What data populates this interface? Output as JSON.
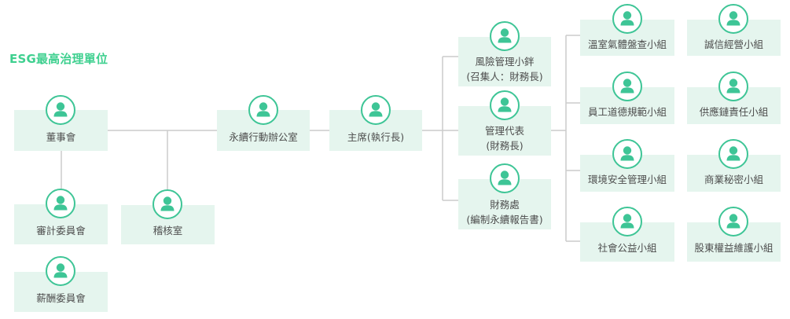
{
  "title": "ESG最高治理單位",
  "colors": {
    "accent": "#3ed08f",
    "icon": "#3ec596",
    "box_fill": "#e5f5ee",
    "line": "#cccccc",
    "text": "#4d4d4d"
  },
  "icons": {
    "member": "user-icon"
  },
  "nodes": {
    "board": {
      "label": "董事會"
    },
    "audit_committee": {
      "label": "審計委員會"
    },
    "remuneration_committee": {
      "label": "薪酬委員會"
    },
    "internal_audit": {
      "label": "稽核室"
    },
    "sustainability_office": {
      "label": "永續行動辦公室"
    },
    "chairman": {
      "label": "主席(執行長)"
    },
    "risk_management": {
      "line1": "風險管理小鉡",
      "line2": "(召集人：財務長)"
    },
    "management_rep": {
      "line1": "管理代表",
      "line2": "(財務長)"
    },
    "finance_dept": {
      "line1": "財務處",
      "line2": "(編制永續報告書)"
    },
    "ghg_inventory": {
      "label": "溫室氣體盤查小組"
    },
    "employee_ethics": {
      "label": "員工道德規範小組"
    },
    "env_safety": {
      "label": "環境安全管理小組"
    },
    "social_welfare": {
      "label": "社會公益小組"
    },
    "integrity": {
      "label": "誠信經營小組"
    },
    "supply_chain": {
      "label": "供應鏈責任小組"
    },
    "trade_secrets": {
      "label": "商業秘密小組"
    },
    "shareholder_rights": {
      "label": "股東權益維護小組"
    }
  }
}
